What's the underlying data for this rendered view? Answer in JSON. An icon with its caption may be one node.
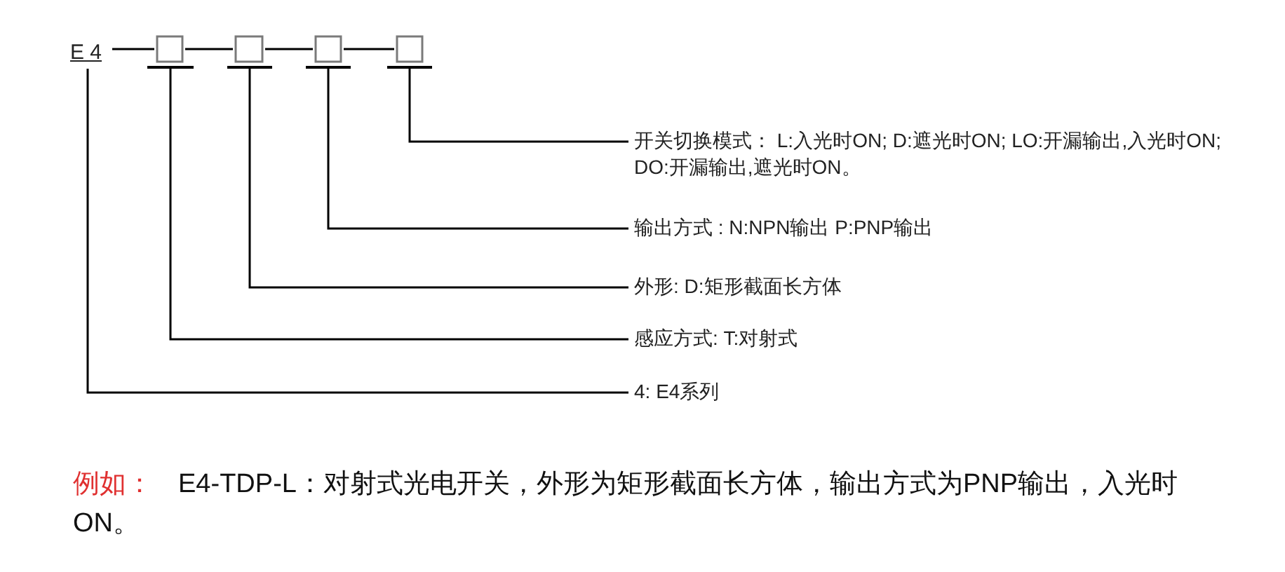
{
  "diagram": {
    "nodes": [
      {
        "text": [
          "E 4"
        ]
      },
      {
        "text": [],
        "shape": "box"
      },
      {
        "text": [],
        "shape": "box"
      },
      {
        "text": [],
        "shape": "box"
      },
      {
        "text": [],
        "shape": "box"
      },
      {
        "text": [
          "开关切换模式： L:入光时ON; D:遮光时ON; LO:开漏输出,入光时ON; DO:开漏输出,遮光时ON。"
        ]
      },
      {
        "text": [
          "输出方式 : N:NPN输出 P:PNP输出"
        ]
      },
      {
        "text": [
          "外形: D:矩形截面长方体"
        ]
      },
      {
        "text": [
          "感应方式: T:对射式"
        ]
      },
      {
        "text": [
          "4: E4系列"
        ]
      }
    ],
    "edges": [
      {
        "from": 0,
        "to": 1,
        "arrow": "none"
      },
      {
        "from": 1,
        "to": 2,
        "arrow": "none"
      },
      {
        "from": 2,
        "to": 3,
        "arrow": "none"
      },
      {
        "from": 3,
        "to": 4,
        "arrow": "none"
      },
      {
        "from": 4,
        "to": 5,
        "arrow": "none"
      },
      {
        "from": 3,
        "to": 6,
        "arrow": "none"
      },
      {
        "from": 2,
        "to": 7,
        "arrow": "none"
      },
      {
        "from": 1,
        "to": 8,
        "arrow": "none"
      },
      {
        "from": 0,
        "to": 9,
        "arrow": "none"
      }
    ],
    "labels": [
      "例如：",
      "E4-TDP-L：对射式光电开关，外形为矩形截面长方体，输出方式为PNP输出，入光时ON。"
    ]
  }
}
